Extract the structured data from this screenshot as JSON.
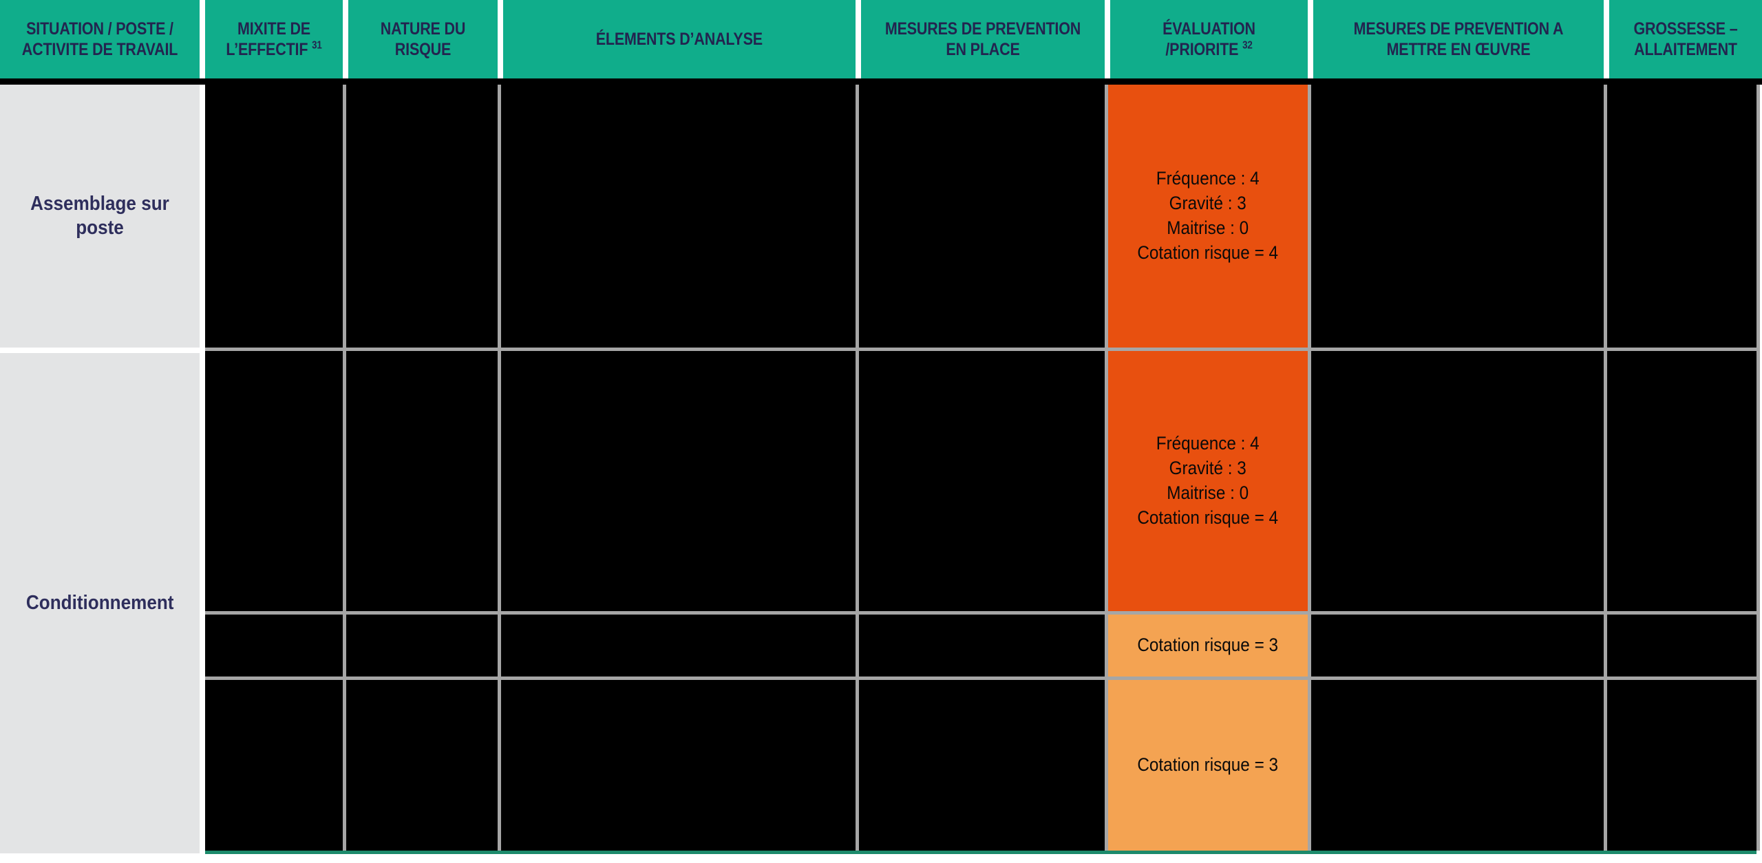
{
  "table": {
    "columns": [
      {
        "id": "situation",
        "label": "SITUATION / POSTE / ACTIVITE DE TRAVAIL",
        "note": ""
      },
      {
        "id": "mixite",
        "label": "MIXITE DE L’EFFECTIF ",
        "note": "31"
      },
      {
        "id": "nature",
        "label": "NATURE DU RISQUE",
        "note": ""
      },
      {
        "id": "elements",
        "label": "ÉLEMENTS D’ANALYSE",
        "note": ""
      },
      {
        "id": "prevention_place",
        "label": "MESURES DE PREVENTION EN PLACE",
        "note": ""
      },
      {
        "id": "evaluation",
        "label": "ÉVALUATION /PRIORITE ",
        "note": "32"
      },
      {
        "id": "prevention_oeuvre",
        "label": "MESURES DE PREVENTION A METTRE EN ŒUVRE",
        "note": ""
      },
      {
        "id": "grossesse",
        "label": "GROSSESSE – ALLAITEMENT",
        "note": ""
      }
    ],
    "situations": [
      {
        "id": "situation-assemblage",
        "label": "Assemblage sur poste"
      },
      {
        "id": "situation-conditionnement",
        "label": "Conditionnement"
      }
    ],
    "rows": [
      {
        "id": "row-assemblage",
        "situation": "Assemblage sur poste",
        "evaluation": "Fréquence : 4\nGravité : 3\nMaitrise : 0\nCotation risque = 4",
        "evaluation_level": "high",
        "mixite": "",
        "nature": "",
        "elements": "",
        "prevention_place": "",
        "prevention_oeuvre": "",
        "grossesse": ""
      },
      {
        "id": "row-conditionnement-1",
        "situation": "Conditionnement",
        "evaluation": "Fréquence : 4\nGravité : 3\nMaitrise : 0\nCotation risque = 4",
        "evaluation_level": "high",
        "mixite": "",
        "nature": "",
        "elements": "",
        "prevention_place": "",
        "prevention_oeuvre": "",
        "grossesse": ""
      },
      {
        "id": "row-conditionnement-2",
        "situation": "",
        "evaluation": "Cotation risque = 3",
        "evaluation_level": "medium",
        "mixite": "",
        "nature": "",
        "elements": "",
        "prevention_place": "",
        "prevention_oeuvre": "",
        "grossesse": ""
      },
      {
        "id": "row-conditionnement-3",
        "situation": "",
        "evaluation": "Cotation risque = 3",
        "evaluation_level": "medium",
        "mixite": "",
        "nature": "",
        "elements": "",
        "prevention_place": "",
        "prevention_oeuvre": "",
        "grossesse": ""
      }
    ],
    "evaluation_fields": {
      "frequence_label": "Fréquence",
      "gravite_label": "Gravité",
      "maitrise_label": "Maitrise",
      "cotation_label": "Cotation risque",
      "values": {
        "assemblage": {
          "frequence": 4,
          "gravite": 3,
          "maitrise": 0,
          "cotation": 4
        },
        "conditionnement_1": {
          "frequence": 4,
          "gravite": 3,
          "maitrise": 0,
          "cotation": 4
        },
        "conditionnement_2": {
          "cotation": 3
        },
        "conditionnement_3": {
          "cotation": 3
        }
      }
    }
  },
  "colors": {
    "header_green": "#10AD8B",
    "header_text": "#23244F",
    "situation_bg": "#E3E4E5",
    "situation_text": "#2E2E5C",
    "risk_high": "#E8500F",
    "risk_medium": "#F4A352",
    "grid_line": "#A6A6A6",
    "cell_bg": "#000000",
    "bottom_rule": "#1C8A6B"
  }
}
